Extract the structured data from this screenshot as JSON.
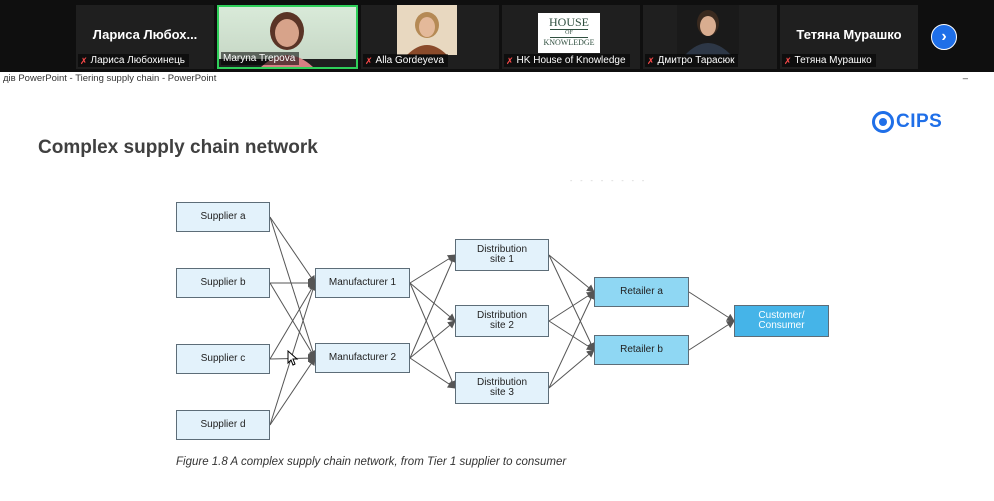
{
  "participants": [
    {
      "big_name": "Лариса Любох...",
      "caption": "Лариса Любохинець",
      "muted": true
    },
    {
      "caption": "Maryna Trepova",
      "muted": false,
      "active": true
    },
    {
      "caption": "Alla Gordeyeva",
      "muted": true
    },
    {
      "caption": "HK House of Knowledge",
      "muted": true,
      "logo_text": [
        "HOUSE",
        "OF",
        "KNOWLEDGE"
      ]
    },
    {
      "caption": "Дмитро Тарасюк",
      "muted": true
    },
    {
      "big_name": "Тетяна Мурашко",
      "caption": "Тетяна Мурашко",
      "muted": true
    }
  ],
  "window_title": "дів PowerPoint  -  Tiering supply chain - PowerPoint",
  "slide": {
    "title": "Complex supply chain network",
    "logo": "CIPS",
    "nodes": {
      "supplier_a": "Supplier a",
      "supplier_b": "Supplier b",
      "supplier_c": "Supplier c",
      "supplier_d": "Supplier d",
      "manufacturer_1": "Manufacturer 1",
      "manufacturer_2": "Manufacturer 2",
      "distribution_1": "Distribution\nsite 1",
      "distribution_2": "Distribution\nsite 2",
      "distribution_3": "Distribution\nsite 3",
      "retailer_a": "Retailer a",
      "retailer_b": "Retailer b",
      "customer": "Customer/\nConsumer"
    },
    "caption": "Figure 1.8 A complex supply chain network, from Tier 1 supplier to consumer"
  },
  "colors": {
    "accent": "#1f6fe8",
    "active_speaker": "#2fd05a",
    "muted_mic": "#ff4b4b"
  }
}
